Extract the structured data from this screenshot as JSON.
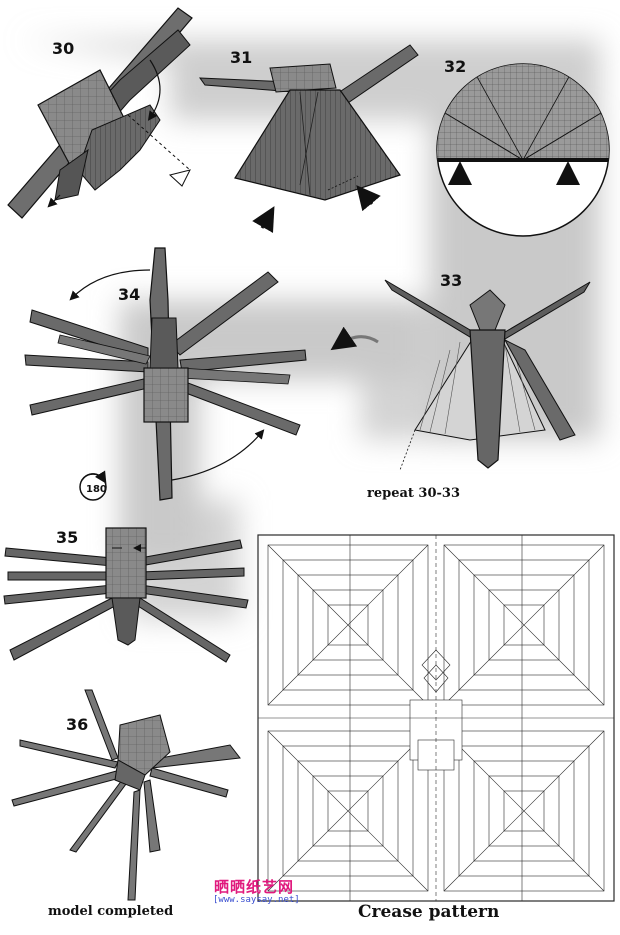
{
  "steps": {
    "s30": "30",
    "s31": "31",
    "s32": "32",
    "s33": "33",
    "s34": "34",
    "s35": "35",
    "s36": "36"
  },
  "captions": {
    "repeat": "repeat 30-33",
    "rotate": "180",
    "completed": "model completed",
    "crease": "Crease pattern"
  },
  "watermark": {
    "logo": "晒晒纸艺网",
    "url": "[www.saysay.net]"
  },
  "colors": {
    "paper": "#6f6f6f",
    "paper_dark": "#4a4a4a",
    "shadow": "#c8c8c8",
    "line": "#1a1a1a",
    "logo": "#e0197d",
    "url": "#3a4fd0"
  }
}
